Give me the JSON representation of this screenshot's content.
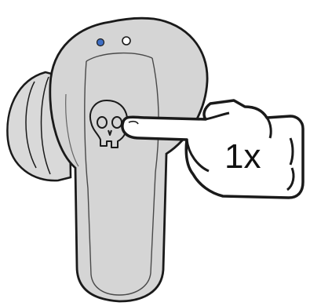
{
  "instruction": {
    "tap_count_label": "1x"
  },
  "icons": {
    "earbud": "earbud-illustration",
    "logo": "skull-logo-icon",
    "hand": "pointing-hand-icon",
    "led_active": "blue-led-indicator",
    "led_inactive": "white-led-indicator"
  },
  "colors": {
    "earbud_body": "#d5d5d5",
    "outline": "#1a1a1a",
    "led_active": "#3f6fc4",
    "led_inactive": "#ffffff",
    "hand_fill": "#ffffff",
    "background": "#ffffff"
  }
}
